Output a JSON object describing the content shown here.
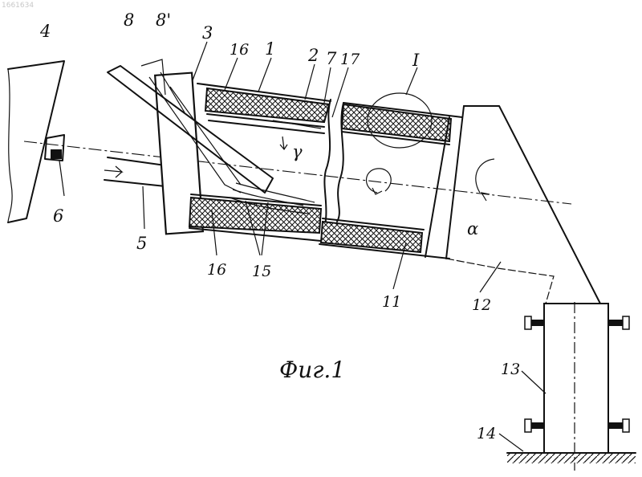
{
  "document_id": "1661634",
  "caption": "Фиг.1",
  "labels": {
    "part_1": "1",
    "part_2": "2",
    "part_3": "3",
    "part_4": "4",
    "part_5": "5",
    "part_6": "6",
    "part_7": "7",
    "part_8": "8",
    "part_8_prime": "8'",
    "part_11": "11",
    "part_12": "12",
    "part_13": "13",
    "part_14": "14",
    "part_15": "15",
    "part_16_top": "16",
    "part_16_bottom": "16",
    "part_17": "17",
    "detail_I": "I",
    "angle_alpha": "α",
    "angle_gamma": "γ"
  }
}
